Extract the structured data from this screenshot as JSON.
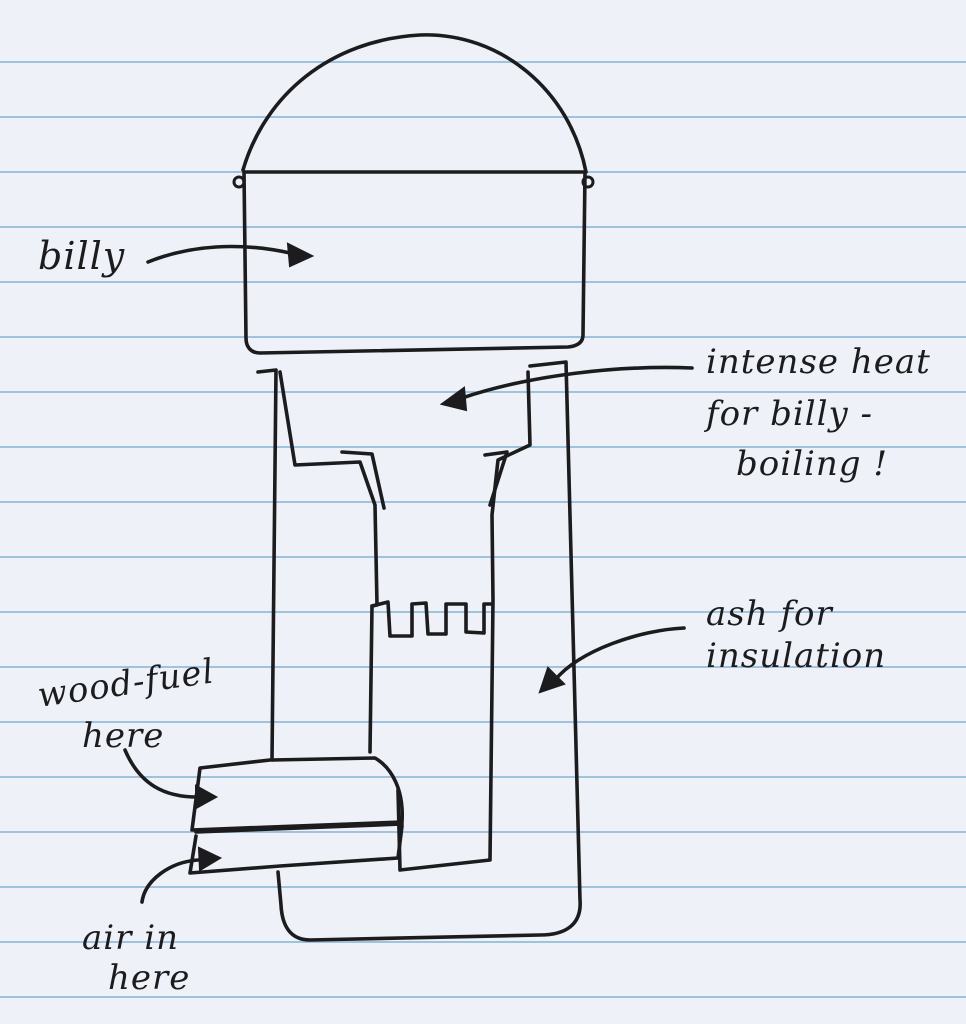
{
  "labels": {
    "billy": "billy",
    "intense_heat": [
      "intense heat",
      "for billy -",
      "boiling !"
    ],
    "ash": [
      "ash for",
      "insulation"
    ],
    "wood_fuel": [
      "wood-fuel",
      "here"
    ],
    "air": [
      "air in",
      "here"
    ]
  },
  "colors": {
    "ink": "#1c1c1e",
    "paper": "#eef1f8",
    "ruled_line": "#9fc3dd"
  }
}
